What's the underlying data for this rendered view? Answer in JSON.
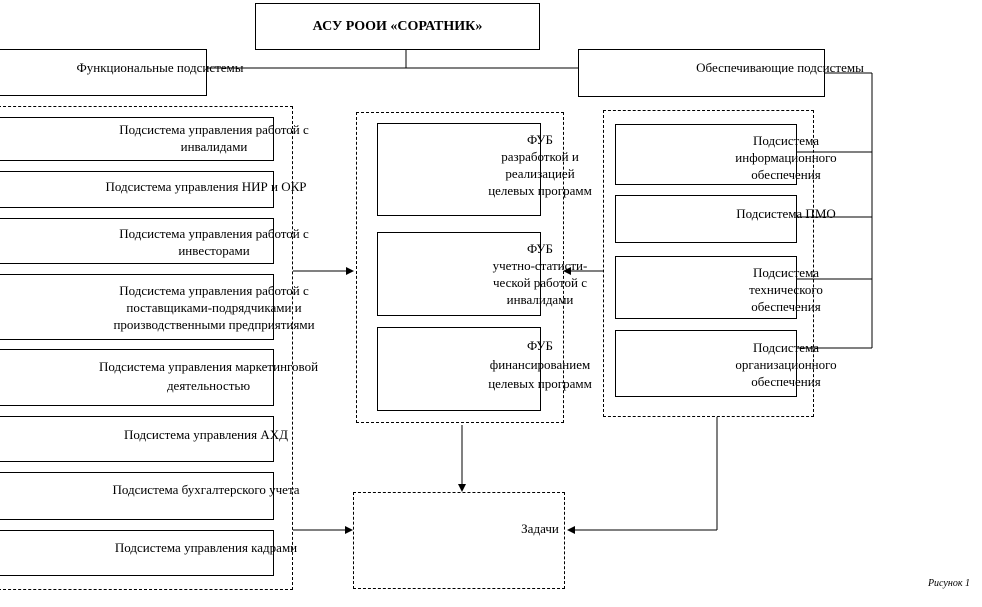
{
  "title": "АСУ РООИ «СОРАТНИК»",
  "functional": {
    "header": "Функциональные подсистемы",
    "items": [
      "Подсистема управления работой с\nинвалидами",
      "Подсистема управления НИР и ОКР",
      "Подсистема управления работой с\nинвесторами",
      "Подсистема управления работой с\nпоставщиками-подрядчиками и\nпроизводственными предприятиями",
      "Подсистема управления маркетинговой\nдеятельностью",
      "Подсистема управления АХД",
      "Подсистема бухгалтерского учета",
      "Подсистема управления кадрами"
    ]
  },
  "fub": {
    "items": [
      "ФУБ\nразработкой и\nреализацией\nцелевых программ",
      "ФУБ\nучетно-статисти-\nческой работой с\nинвалидами",
      "ФУБ\nфинансированием\nцелевых программ"
    ]
  },
  "support": {
    "header": "Обеспечивающие подсистемы",
    "items": [
      "Подсистема\nинформационного\nобеспечения",
      "Подсистема ПМО",
      "Подсистема\nтехнического\nобеспечения",
      "Подсистема\nорганизационного\nобеспечения"
    ]
  },
  "tasks": "Задачи",
  "caption": "Рисунок 1"
}
